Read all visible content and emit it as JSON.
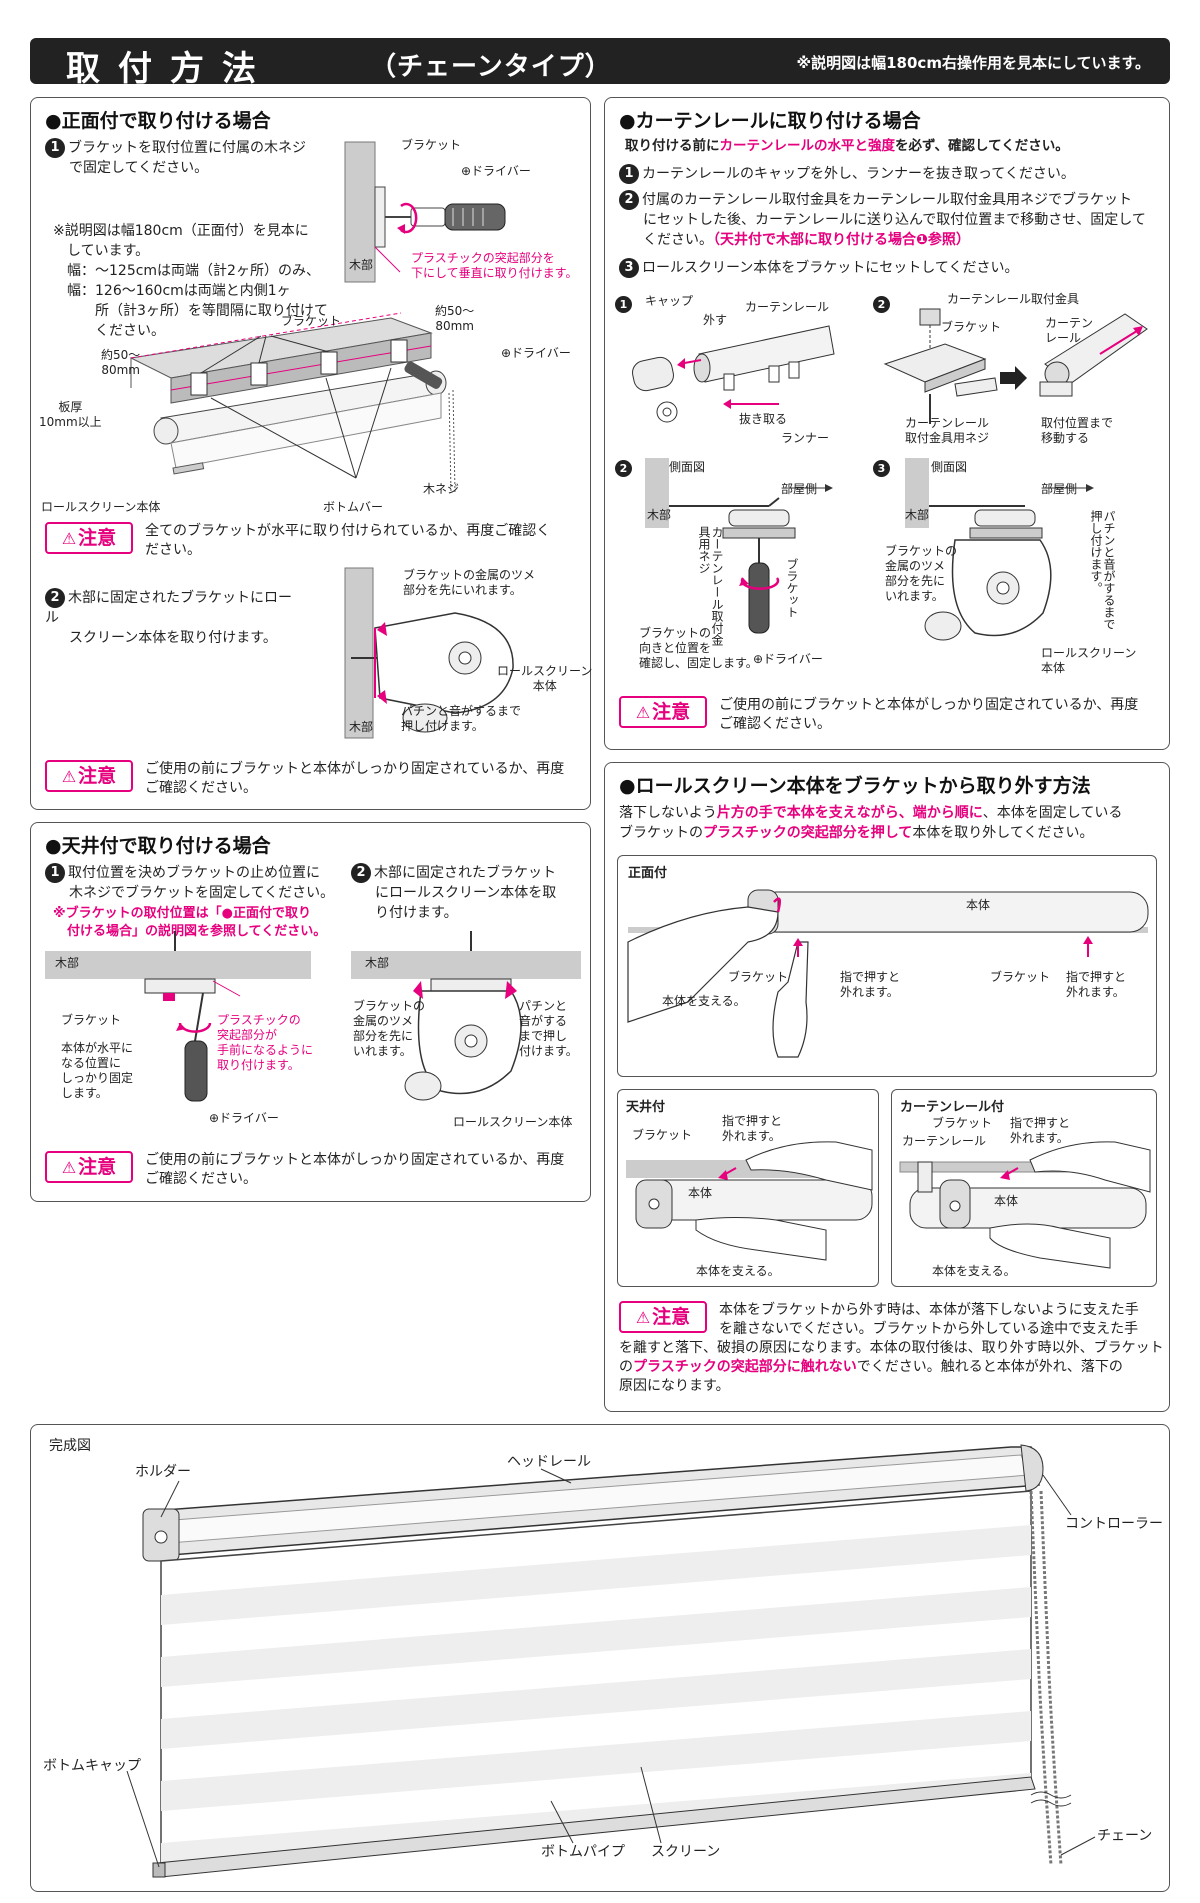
{
  "header": {
    "title": "取付方法",
    "subtitle": "（チェーンタイプ）",
    "note": "※説明図は幅180cm右操作用を見本にしています。"
  },
  "caution_label": "注意",
  "front": {
    "heading": "●正面付で取り付ける場合",
    "step1_num": "1",
    "step1_lines": [
      "ブラケットを取付位置に付属の木ネジ",
      "で固定してください。"
    ],
    "note_lines": [
      "※説明図は幅180cm（正面付）を見本に",
      "　しています。",
      "　幅：～125cmは両端（計2ヶ所）のみ、",
      "　幅：126～160cmは両端と内側1ヶ",
      "　　　所（計3ヶ所）を等間隔に取り付けて",
      "　　　ください。"
    ],
    "fig1": {
      "bracket": "ブラケット",
      "driver": "⊕ドライバー",
      "wood": "木部",
      "plastic_note": [
        "プラスチックの突起部分を",
        "下にして垂直に取り付けます。"
      ]
    },
    "fig2": {
      "bracket": "ブラケット",
      "dim_left": [
        "約50～",
        "80mm"
      ],
      "dim_right": [
        "約50～",
        "80mm"
      ],
      "driver": "⊕ドライバー",
      "board": [
        "板厚",
        "10mm以上"
      ],
      "body": "ロールスクリーン本体",
      "bottom_bar": "ボトムバー",
      "screw": "木ネジ"
    },
    "caution1": [
      "全てのブラケットが水平に取り付けられているか、再度ご確認く",
      "ださい。"
    ],
    "step2_num": "2",
    "step2_lines": [
      "木部に固定されたブラケットにロール",
      "スクリーン本体を取り付けます。"
    ],
    "fig3": {
      "claw": [
        "ブラケットの金属のツメ",
        "部分を先にいれます。"
      ],
      "body": [
        "ロールスクリーン",
        "本体"
      ],
      "click": [
        "パチンと音がするまで",
        "押し付けます。"
      ],
      "wood": "木部"
    },
    "caution2": [
      "ご使用の前にブラケットと本体がしっかり固定されているか、再度",
      "ご確認ください。"
    ]
  },
  "ceiling": {
    "heading": "●天井付で取り付ける場合",
    "step1_num": "1",
    "step1_lines": [
      "取付位置を決めブラケットの止め位置に",
      "木ネジでブラケットを固定してください。"
    ],
    "step1_pink": [
      "※ブラケットの取付位置は「●正面付で取り",
      "付ける場合」の説明図を参照してください。"
    ],
    "step2_num": "2",
    "step2_lines": [
      "木部に固定されたブラケット",
      "にロールスクリーン本体を取",
      "り付けます。"
    ],
    "figA": {
      "wood": "木部",
      "bracket": "ブラケット",
      "level": [
        "本体が水平に",
        "なる位置に",
        "しっかり固定",
        "します。"
      ],
      "plastic": [
        "プラスチックの",
        "突起部分が",
        "手前になるように",
        "取り付けます。"
      ],
      "driver": "⊕ドライバー"
    },
    "figB": {
      "wood": "木部",
      "claw": [
        "ブラケットの",
        "金属のツメ",
        "部分を先に",
        "いれます。"
      ],
      "click": [
        "パチンと",
        "音がする",
        "まで押し",
        "付けます。"
      ],
      "body": "ロールスクリーン本体"
    },
    "caution": [
      "ご使用の前にブラケットと本体がしっかり固定されているか、再度",
      "ご確認ください。"
    ]
  },
  "rail": {
    "heading": "●カーテンレールに取り付ける場合",
    "lead_a": "取り付ける前に",
    "lead_pink": "カーテンレールの水平と強度",
    "lead_b": "を必ず、確認してください。",
    "step1_num": "1",
    "step1": "カーテンレールのキャップを外し、ランナーを抜き取ってください。",
    "step2_num": "2",
    "step2_lines": [
      "付属のカーテンレール取付金具をカーテンレール取付金具用ネジでブラケット",
      "にセットした後、カーテンレールに送り込んで取付位置まで移動させ、固定して",
      "ください。"
    ],
    "step2_pink": "（天井付で木部に取り付ける場合❶参照）",
    "step3_num": "3",
    "step3": "ロールスクリーン本体をブラケットにセットしてください。",
    "figs": {
      "n1": "1",
      "cap": "キャップ",
      "remove": "外す",
      "curtain_rail": "カーテンレール",
      "pull": "抜き取る",
      "runner": "ランナー",
      "n2": "2",
      "fitting": "カーテンレール取付金具",
      "bracket": "ブラケット",
      "rail2": [
        "カーテン",
        "レール"
      ],
      "screw": [
        "カーテンレール",
        "取付金具用ネジ"
      ],
      "move": [
        "取付位置まで",
        "移動する"
      ],
      "n2b": "2",
      "side": "側面図",
      "room": "部屋側",
      "wood": "木部",
      "vert1": "カーテンレール取付金具用ネジ",
      "vert2": "ブラケット",
      "check": [
        "ブラケットの",
        "向きと位置を",
        "確認し、固定します。"
      ],
      "driver": "⊕ドライバー",
      "n3": "3",
      "side3": "側面図",
      "room3": "部屋側",
      "wood3": "木部",
      "claw": [
        "ブラケットの",
        "金属のツメ",
        "部分を先に",
        "いれます。"
      ],
      "vert3": "パチンと音がするまで押し付けます。",
      "body": [
        "ロールスクリーン",
        "本体"
      ]
    },
    "caution": [
      "ご使用の前にブラケットと本体がしっかり固定されているか、再度",
      "ご確認ください。"
    ]
  },
  "removal": {
    "heading": "●ロールスクリーン本体をブラケットから取り外す方法",
    "intro_a": "落下しないよう",
    "intro_p1": "片方の手で本体を支えながら、端から順に",
    "intro_b": "、本体を固定している",
    "intro_c": "ブラケットの",
    "intro_p2": "プラスチックの突起部分を押して",
    "intro_d": "本体を取り外してください。",
    "front": {
      "title": "正面付",
      "body": "本体",
      "bracket1": "ブラケット",
      "push1": [
        "指で押すと",
        "外れます。"
      ],
      "bracket2": "ブラケット",
      "push2": [
        "指で押すと",
        "外れます。"
      ],
      "support": "本体を支える。"
    },
    "ceil": {
      "title": "天井付",
      "bracket": "ブラケット",
      "push": [
        "指で押すと",
        "外れます。"
      ],
      "body": "本体",
      "support": "本体を支える。"
    },
    "railfit": {
      "title": "カーテンレール付",
      "bracket": "ブラケット",
      "rail": "カーテンレール",
      "push": [
        "指で押すと",
        "外れます。"
      ],
      "body": "本体",
      "support": "本体を支える。"
    },
    "caution_a": [
      "本体をブラケットから外す時は、本体が落下しないように支えた手",
      "を離さないでください。ブラケットから外している途中で支えた手",
      "を離すと落下、破損の原因になります。本体の取付後は、取り外す時以外、ブラケット"
    ],
    "caution_b1": "の",
    "caution_pink": "プラスチックの突起部分に触れない",
    "caution_b2": "でください。触れると本体が外れ、落下の",
    "caution_c": "原因になります。"
  },
  "complete": {
    "title": "完成図",
    "head_rail": "ヘッドレール",
    "holder": "ホルダー",
    "controller": "コントローラー",
    "bottom_cap": "ボトムキャップ",
    "bottom_pipe": "ボトムパイプ",
    "screen": "スクリーン",
    "chain": "チェーン"
  }
}
